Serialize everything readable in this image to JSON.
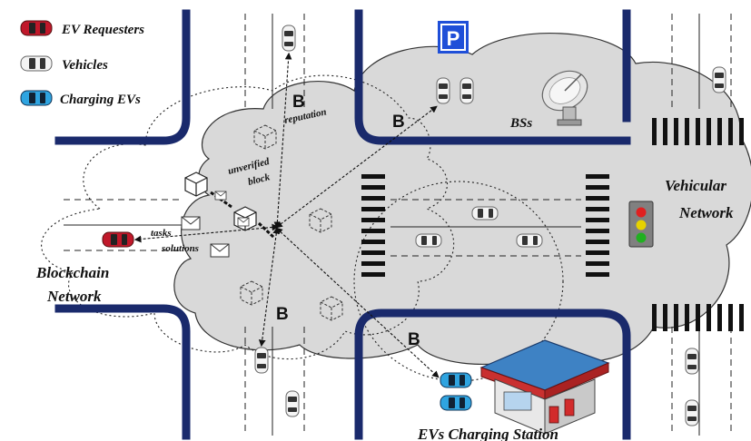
{
  "legend": {
    "ev_requesters": "EV Requesters",
    "vehicles": "Vehicles",
    "charging_evs": "Charging EVs"
  },
  "labels": {
    "bss": "BSs",
    "vehicular_line1": "Vehicular",
    "vehicular_line2": "Network",
    "blockchain_line1": "Blockchain",
    "blockchain_line2": "Network",
    "charging_station": "EVs Charging Station",
    "reputation": "reputation",
    "unverified_line1": "unverified",
    "unverified_line2": "block",
    "tasks": "tasks",
    "solutions": "solutions",
    "parking": "P",
    "bitcoin": "B"
  },
  "colors": {
    "road_border": "#1a2a6c",
    "cloud_fill": "#d9d9d9",
    "parking_sign": "#1f4fd8",
    "ev_requester": "#c0182a",
    "charging_ev": "#2fa4e0",
    "station_roof": "#3e82c4",
    "station_red": "#d22b2b"
  }
}
